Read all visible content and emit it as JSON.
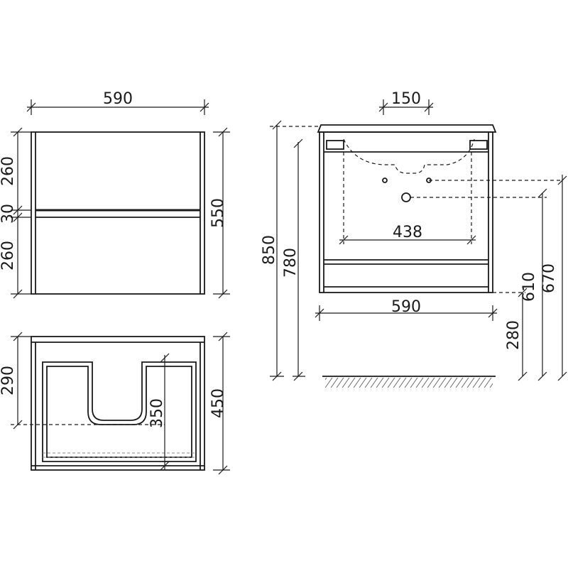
{
  "front_view": {
    "width_label": "590",
    "height_total_label": "550",
    "drawer_top_label": "260",
    "gap_label": "30",
    "drawer_bottom_label": "260"
  },
  "top_view": {
    "depth_label": "450",
    "cutout_label": "290",
    "inner_label": "350"
  },
  "side_view": {
    "tap_offset_label": "150",
    "inner_width_label": "438",
    "base_width_label": "590",
    "total_height_label": "850",
    "cabinet_height_label": "780",
    "floor_clearance_label": "280",
    "bottom_edge_label": "610",
    "drain_height_label": "670"
  }
}
